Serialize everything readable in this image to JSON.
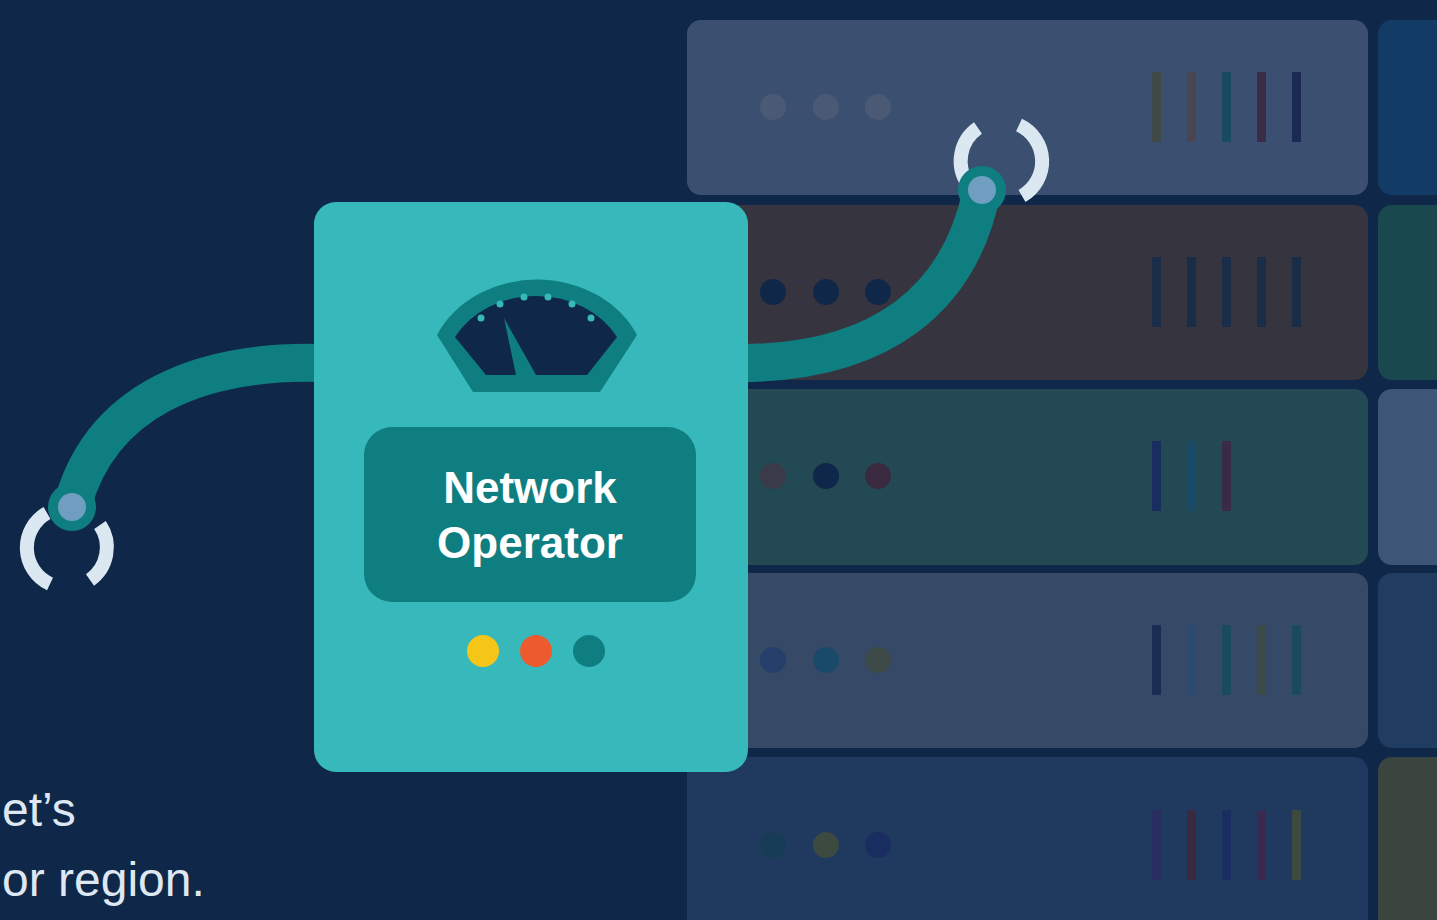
{
  "diagram": {
    "nodes": [
      {
        "text": [
          "Network Operator"
        ]
      }
    ],
    "labels": [
      "et’s",
      "or region."
    ]
  }
}
